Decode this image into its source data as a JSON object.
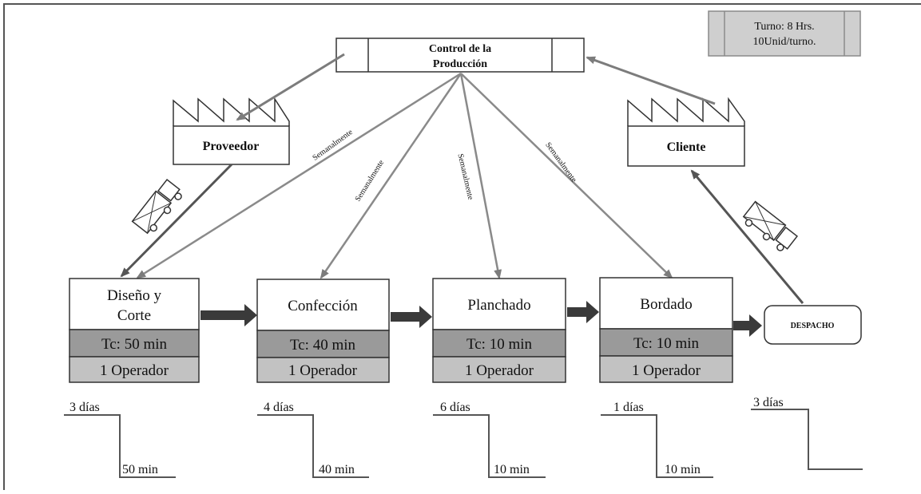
{
  "shift_info": {
    "line1": "Turno: 8 Hrs.",
    "line2": "10Unid/turno."
  },
  "control": {
    "line1": "Control de la",
    "line2": "Producción"
  },
  "supplier": {
    "label": "Proveedor"
  },
  "customer": {
    "label": "Cliente"
  },
  "info_flows": [
    {
      "label": "Semanalmente"
    },
    {
      "label": "Semanalmente"
    },
    {
      "label": "Semanalmente"
    },
    {
      "label": "Semanalmente"
    }
  ],
  "processes": [
    {
      "line1": "Diseño y",
      "line2": "Corte",
      "tc": "Tc: 50 min",
      "operators": "1 Operador"
    },
    {
      "line1": "Confección",
      "line2": "",
      "tc": "Tc: 40 min",
      "operators": "1 Operador"
    },
    {
      "line1": "Planchado",
      "line2": "",
      "tc": "Tc: 10 min",
      "operators": "1 Operador"
    },
    {
      "line1": "Bordado",
      "line2": "",
      "tc": "Tc: 10 min",
      "operators": "1 Operador"
    }
  ],
  "shipping": {
    "label": "DESPACHO"
  },
  "timeline": [
    {
      "days": "3 días",
      "time": "50 min"
    },
    {
      "days": "4 días",
      "time": "40 min"
    },
    {
      "days": "6 días",
      "time": "10 min"
    },
    {
      "days": "1 días",
      "time": "10 min"
    },
    {
      "days": "3 días",
      "time": ""
    }
  ],
  "colors": {
    "arrow_info": "#8a8a8a",
    "push_arrow": "#3a3a3a",
    "tc_row": "#9a9a9a",
    "op_row": "#c2c2c2",
    "shift_box": "#cfcfcf"
  },
  "icons": {
    "truck": "delivery-truck-icon",
    "factory": "factory-icon"
  }
}
